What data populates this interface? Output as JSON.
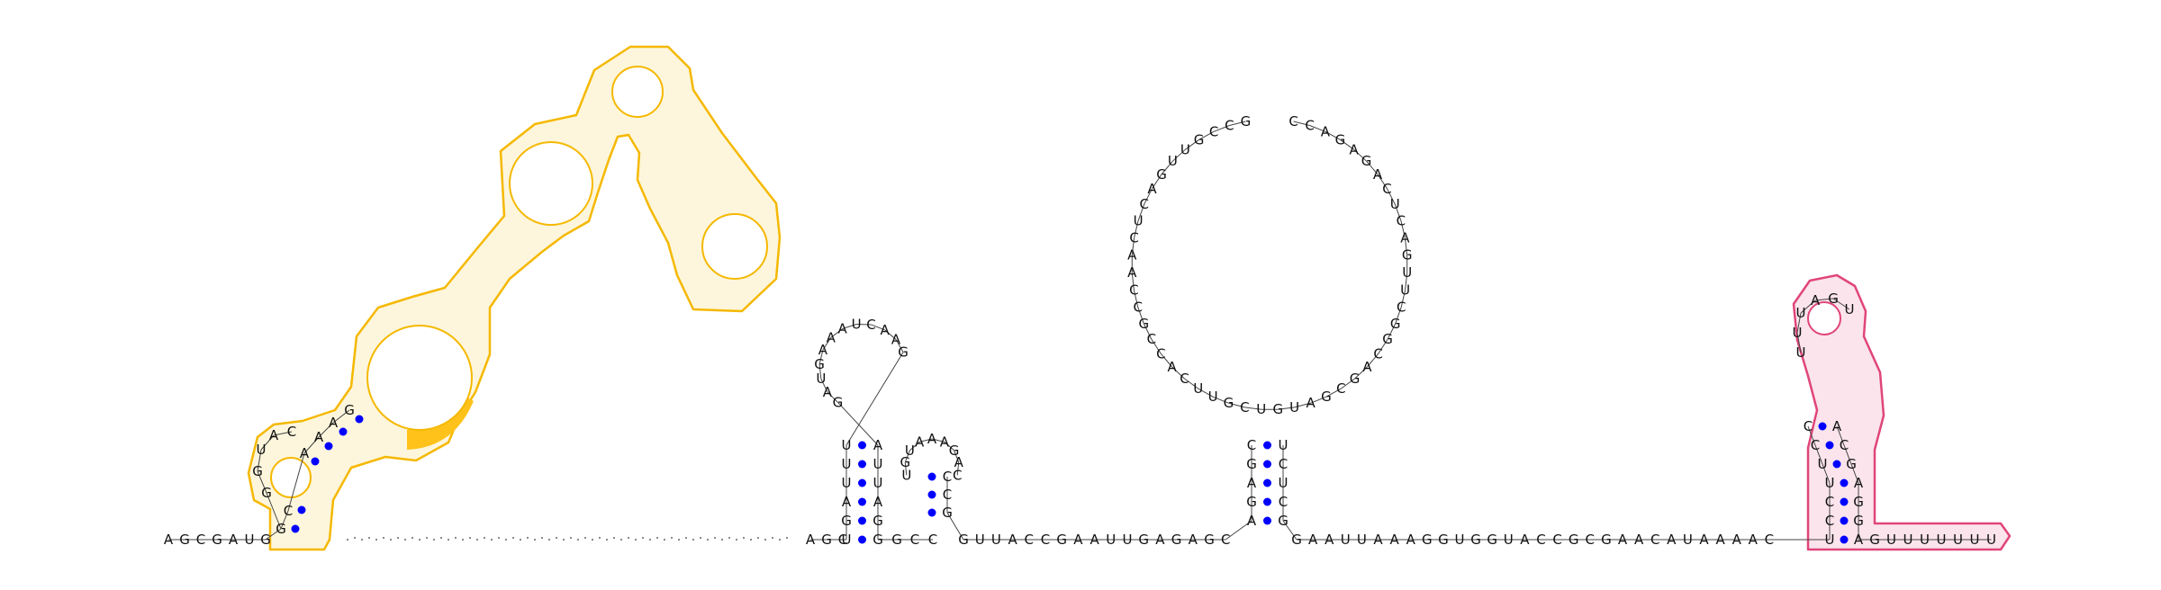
{
  "colors": {
    "domain_a": "#f5b800",
    "domain_a_fill": "#fdf6dc",
    "domain_a_highlight": "#ffc21a",
    "domain_b": "#e0457b",
    "domain_b_fill": "#fbe4ec",
    "pair_dot": "#0000ff",
    "backbone": "#444444",
    "gap_dots": "#666666",
    "text": "#111111"
  },
  "molecule": {
    "leader": "AGCGAUG",
    "hairpin_a_stem_5": "GCAAAG",
    "hairpin_a_loop": "GGUAC",
    "gap_sequence_present": true,
    "h1_5": "AGC",
    "h1_stem_5": "UGAUUU",
    "h1_loop": "GAACUAAAGUAG",
    "h1_stem_3": "AUUAGG",
    "h2_stem_5": "GCC",
    "h2_loop": "UGUAAAGAC",
    "h2_stem_3": "CCG",
    "linker_1": "GUUACCGAAUUGAGAGC",
    "h3_stem_5": "AGAGC",
    "h3_loop": "GCCGUUGACUCAACCGCCACUUGCUGUAGCGACGGCUUGACUCAGAGACC",
    "h3_stem_3": "UCUCG",
    "linker_2": "GAAUUAAAGGUGGUACCGCGAACAUAAAAC",
    "terminator_stem_5": "UCCUUCC",
    "terminator_loop": "UUUAGU",
    "terminator_stem_3": "ACGAGGA",
    "tail": "GUUUUUUU"
  }
}
